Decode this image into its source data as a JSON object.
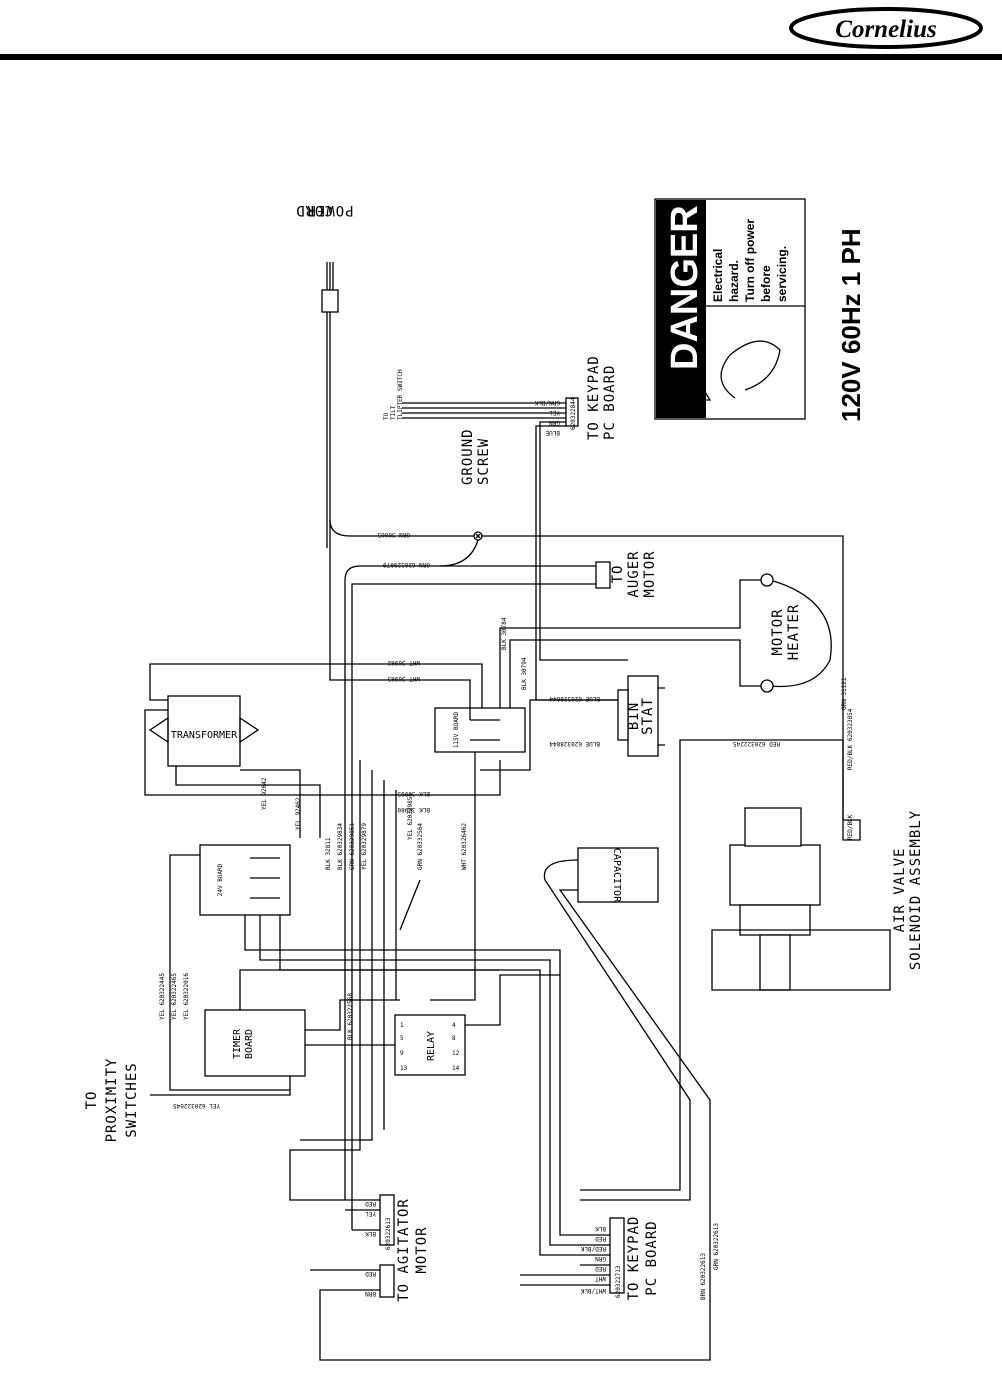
{
  "header": {
    "logo_text": "Cornelius"
  },
  "danger_sign": {
    "title": "DANGER",
    "lines": [
      "Electrical",
      "hazard.",
      "Turn off power",
      "before",
      "servicing."
    ]
  },
  "voltage_label": "120V 60Hz 1 PH",
  "components": {
    "power_cord": [
      "POWER",
      "CORD"
    ],
    "ground_screw": [
      "GROUND",
      "SCREW"
    ],
    "keypad_top": [
      "TO KEYPAD",
      "PC BOARD"
    ],
    "auger_motor": [
      "TO",
      "AUGER",
      "MOTOR"
    ],
    "motor_heater": [
      "MOTOR",
      "HEATER"
    ],
    "bin_stat": [
      "BIN",
      "STAT"
    ],
    "transformer": "TRANSFORMER",
    "board_115v": "115V BOARD",
    "board_24v": "24V BOARD",
    "capacitor": "CAPACITOR",
    "air_valve": [
      "AIR VALVE",
      "SOLENOID ASSEMBLY"
    ],
    "timer_board": [
      "TIMER",
      "BOARD"
    ],
    "relay": "RELAY",
    "proximity": [
      "TO",
      "PROXIMITY",
      "SWITCHES"
    ],
    "agitator": [
      "TO AGITATOR",
      "MOTOR"
    ],
    "keypad_bottom": [
      "TO KEYPAD",
      "PC BOARD"
    ],
    "tilt_switch": [
      "TO",
      "TILT",
      "TLIPTER SWITCH"
    ]
  },
  "wire_labels": {
    "grn_30005": "GRN 30005",
    "grn_620329879": "GRN 620329879",
    "wht_30982": "WHT 30982",
    "wht_30985": "WHT 30985",
    "blk_30784": "BLK 30784",
    "blk_30794": "BLK 30794",
    "blue_1": "BLUE 620328844",
    "blue_2": "BLUE 620328844",
    "blk_30995": "BLK 30995",
    "blk_30980": "BLK 30980",
    "yel_92642": "YEL 92642",
    "yel_92462": "YEL 92462",
    "blk_32811": "BLK 32811",
    "blk_620329834": "BLK 620329834",
    "grn_620329851": "GRN 620329851",
    "yel_620329879": "YEL 620329879",
    "wht_620326462": "WHT 620326462",
    "yel_620329855": "YEL 620329855",
    "red_620322245": "RED 620322245",
    "redblk_620323854": "RED/BLK 620323854",
    "grn_31121": "GRN 31121",
    "red_blk_tag": "RED/BLK",
    "grn_620332564": "GRN 620332564",
    "yel_620322445": "YEL 620322445",
    "yel_620322465": "YEL 620322465",
    "yel_620322016": "YEL 620322016",
    "blk_620322568": "BLK 620322568",
    "yel_620322045": "YEL 620322045",
    "brn_620322613": "BRN 620322613",
    "grn_620322613": "GRN 620322613",
    "kp_top": [
      "GRN/BLK",
      "YEL",
      "GRN",
      "BLUE"
    ],
    "kp_top_part": "620322844",
    "agitator_wires": [
      "RED",
      "YEL",
      "BLK",
      "RED",
      "BRN"
    ],
    "agitator_part": "620322613",
    "keypad_wires": [
      "BLK",
      "RED",
      "RED/BLK",
      "GRN",
      "RED",
      "WHT",
      "WHT/BLK"
    ],
    "keypad_part": "620322713",
    "relay_pins": [
      "1",
      "5",
      "9",
      "13",
      "4",
      "8",
      "12",
      "14"
    ]
  }
}
